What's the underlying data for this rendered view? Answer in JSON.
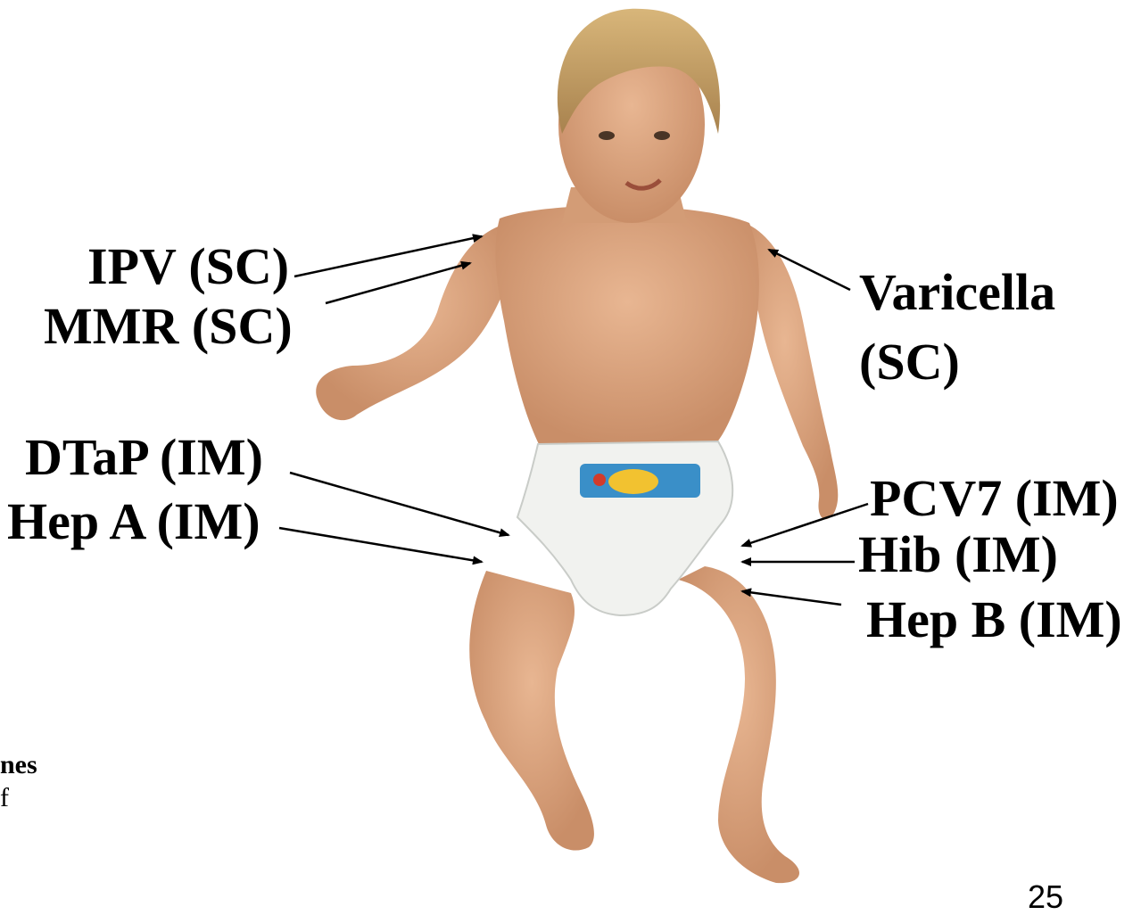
{
  "labels": {
    "ipv": "IPV (SC)",
    "mmr": "MMR  (SC)",
    "varicella_1": "Varicella",
    "varicella_2": "(SC)",
    "dtap": "DTaP (IM)",
    "hep_a": "Hep A (IM)",
    "pcv7": "PCV7 (IM)",
    "hib": "Hib (IM)",
    "hep_b": "Hep B (IM)",
    "cut_line_1": "nes",
    "cut_line_2": "f",
    "page_number_fragment": "25"
  },
  "colors": {
    "text": "#000000",
    "background": "#ffffff",
    "skin": "#d9a27c",
    "hair": "#c9a46a",
    "diaper": "#f1f2ef"
  }
}
